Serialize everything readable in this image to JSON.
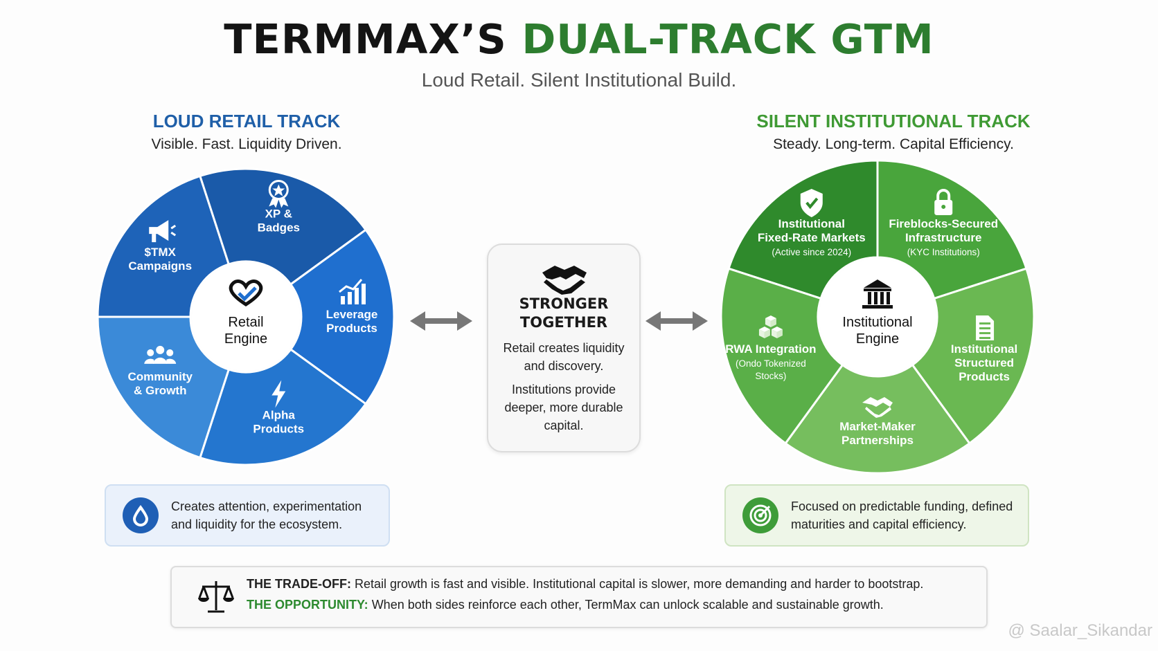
{
  "header": {
    "title_dark": "TERMMAX’S",
    "title_green": "DUAL-TRACK GTM",
    "subtitle": "Loud Retail. Silent Institutional Build."
  },
  "retail": {
    "title": "LOUD RETAIL TRACK",
    "subtitle": "Visible. Fast. Liquidity Driven.",
    "center": [
      "Retail",
      "Engine"
    ],
    "segments": [
      {
        "icon": "megaphone-icon",
        "lines": [
          "$TMX",
          "Campaigns"
        ]
      },
      {
        "icon": "badge-icon",
        "lines": [
          "XP &",
          "Badges"
        ]
      },
      {
        "icon": "bar-chart-icon",
        "lines": [
          "Leverage",
          "Products"
        ]
      },
      {
        "icon": "lightning-icon",
        "lines": [
          "Alpha",
          "Products"
        ]
      },
      {
        "icon": "people-icon",
        "lines": [
          "Community",
          "& Growth"
        ]
      }
    ],
    "note": [
      "Creates attention, experimentation",
      "and liquidity for the ecosystem."
    ],
    "colors": [
      "#1e63b8",
      "#1a5aa9",
      "#1f6fcf",
      "#2476cf",
      "#3b8ad8"
    ]
  },
  "center_card": {
    "heading": [
      "STRONGER",
      "TOGETHER"
    ],
    "p1": [
      "Retail creates liquidity",
      "and discovery."
    ],
    "p2": [
      "Institutions provide",
      "deeper, more durable",
      "capital."
    ]
  },
  "institutional": {
    "title": "SILENT INSTITUTIONAL TRACK",
    "subtitle": "Steady. Long-term. Capital Efficiency.",
    "center": [
      "Institutional",
      "Engine"
    ],
    "segments": [
      {
        "icon": "shield-check-icon",
        "lines": [
          "Institutional",
          "Fixed-Rate Markets"
        ],
        "small": "(Active since 2024)"
      },
      {
        "icon": "lock-icon",
        "lines": [
          "Fireblocks-Secured",
          "Infrastructure"
        ],
        "small": "(KYC Institutions)"
      },
      {
        "icon": "document-icon",
        "lines": [
          "Institutional",
          "Structured",
          "Products"
        ],
        "small": ""
      },
      {
        "icon": "handshake-icon",
        "lines": [
          "Market-Maker",
          "Partnerships"
        ],
        "small": ""
      },
      {
        "icon": "cubes-icon",
        "lines": [
          "RWA Integration"
        ],
        "small_lines": [
          "(Ondo Tokenized",
          "Stocks)"
        ]
      }
    ],
    "note": [
      "Focused on predictable funding, defined",
      "maturities and capital efficiency."
    ],
    "colors": [
      "#2f8a2c",
      "#49a53c",
      "#6ab852",
      "#76be5e",
      "#5aaf48"
    ]
  },
  "bottom": {
    "tradeoff_label": "THE TRADE-OFF:",
    "tradeoff_text": "Retail growth is fast and visible. Institutional capital is slower, more demanding and harder to bootstrap.",
    "opportunity_label": "THE OPPORTUNITY:",
    "opportunity_text": "When both sides reinforce each other, TermMax can unlock scalable and sustainable growth."
  },
  "watermark": "@ Saalar_Sikandar"
}
